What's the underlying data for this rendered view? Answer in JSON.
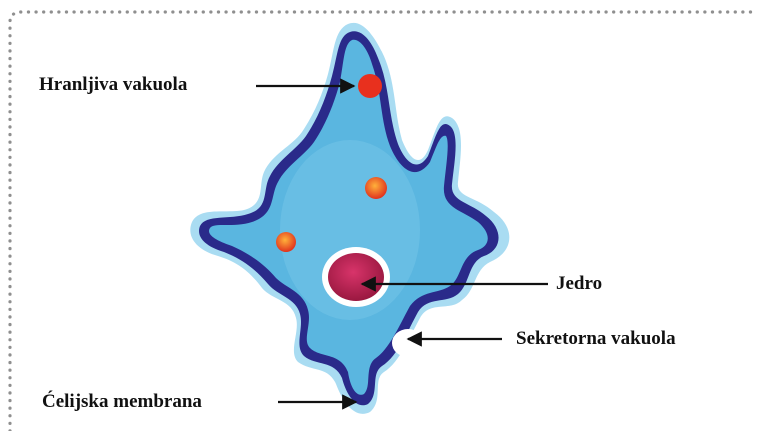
{
  "labels": {
    "food_vacuole": "Hranljiva vakuola",
    "nucleus": "Jedro",
    "secretory_vacuole": "Sekretorna vakuola",
    "cell_membrane": "Ćelijska membrana"
  },
  "colors": {
    "border_dots": "#8f8f8f",
    "cytoplasm": "#5ab6e0",
    "membrane": "#2a2a8a",
    "outer_halo": "#a9dcf2",
    "nucleus": "#b8234f",
    "food_vacuole": "#e8301e",
    "arrow": "#111111"
  }
}
